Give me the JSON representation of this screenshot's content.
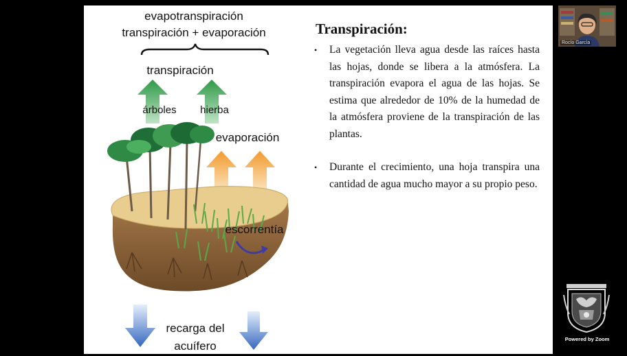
{
  "diagram": {
    "label_evapotranspiracion": "evapotranspiración",
    "label_formula": "transpiración + evaporación",
    "label_transpiracion": "transpiración",
    "label_arboles": "árboles",
    "label_hierba": "hierba",
    "label_evaporacion": "evaporación",
    "label_escorrentia": "escorrentía",
    "label_recarga_line1": "recarga del",
    "label_recarga_line2": "acuífero"
  },
  "slide_text": {
    "title": "Transpiración:",
    "bullets": [
      "La vegetación lleva agua desde las raíces hasta las hojas, donde se libera a la atmósfera. La transpiración evapora el agua de las hojas. Se estima que alrededor de 10% de la humedad de la atmósfera proviene de la transpiración de las plantas.",
      "Durante el crecimiento, una hoja transpira una cantidad de agua mucho mayor a su propio peso."
    ]
  },
  "participant": {
    "name": "Rocío García"
  },
  "footer": {
    "powered_by": "Powered by Zoom"
  },
  "colors": {
    "background": "#000000",
    "slide": "#ffffff",
    "green_arrow": "#3a9a4c",
    "orange_arrow": "#f2a33a",
    "blue_arrow": "#3a6fc2"
  },
  "icons": {
    "logo": "unam-emblem-icon"
  }
}
